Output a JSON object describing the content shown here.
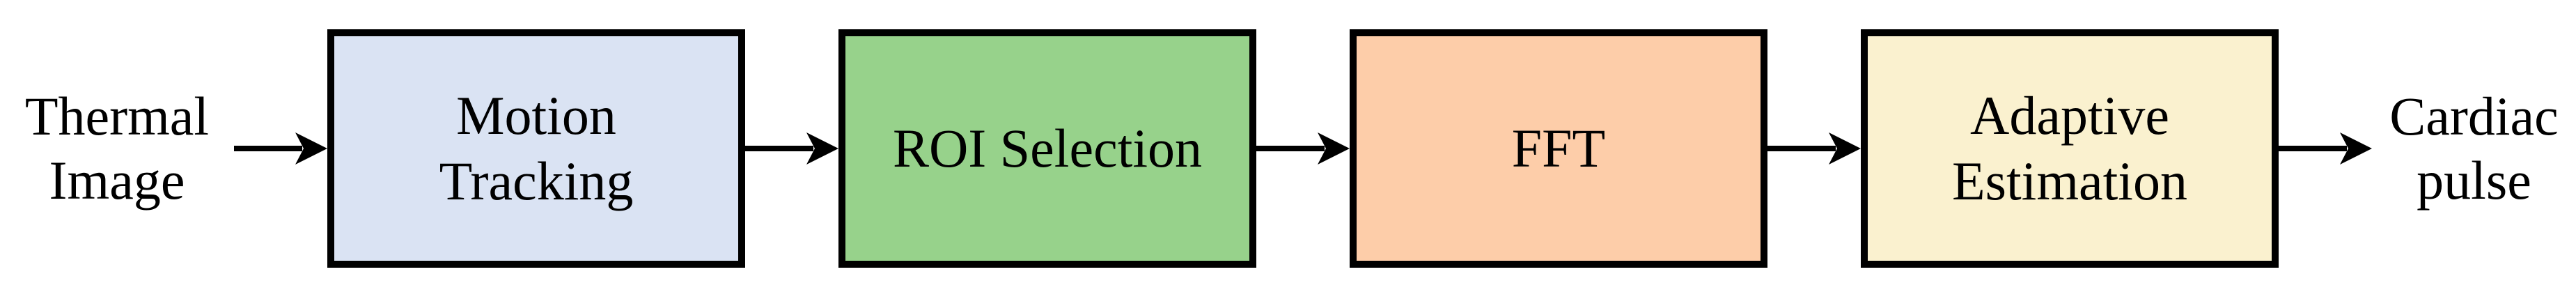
{
  "figure": {
    "type": "flow-diagram",
    "background": "#FFFFFF",
    "text_color": "#000000",
    "border_color": "#000000",
    "arrow_color": "#000000",
    "input_label": "Thermal\nImage",
    "output_label": "Cardiac\npulse",
    "boxes": [
      {
        "name": "motion-tracking",
        "label": "Motion\nTracking",
        "fill": "#DAE3F3"
      },
      {
        "name": "roi-selection",
        "label": "ROI Selection",
        "fill": "#97D28B"
      },
      {
        "name": "fft",
        "label": "FFT",
        "fill": "#FDCDA9"
      },
      {
        "name": "adaptive-estimation",
        "label": "Adaptive\nEstimation",
        "fill": "#FAF1CF"
      }
    ]
  }
}
